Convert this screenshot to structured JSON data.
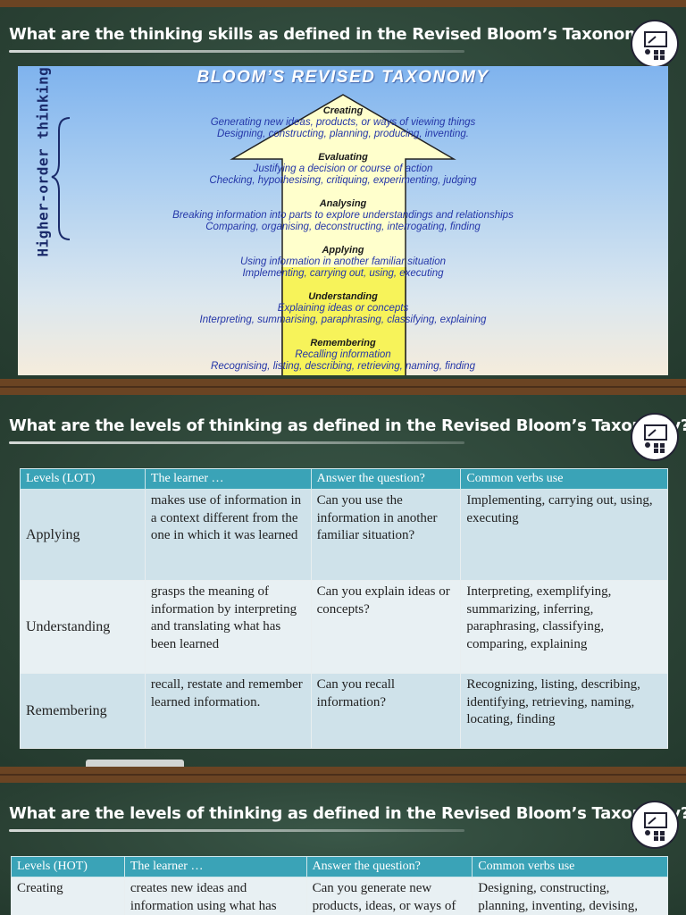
{
  "slide1": {
    "title": "What are  the thinking skills as defined in the Revised Bloom’s Taxonomy?",
    "heading": "BLOOM’S REVISED TAXONOMY",
    "side_label": "Higher-order thinking",
    "levels": [
      {
        "name": "Creating",
        "lines": [
          "Generating new ideas, products, or ways  of viewing things",
          "Designing, constructing, planning, producing, inventing."
        ]
      },
      {
        "name": "Evaluating",
        "lines": [
          "Justifying a decision or course of action",
          "Checking, hypothesising, critiquing, experimenting, judging"
        ]
      },
      {
        "name": "Analysing",
        "lines": [
          "Breaking information into parts to explore understandings and relationships",
          "Comparing, organising, deconstructing, interrogating, finding"
        ]
      },
      {
        "name": "Applying",
        "lines": [
          "Using information in another familiar situation",
          "Implementing, carrying out, using,  executing"
        ]
      },
      {
        "name": "Understanding",
        "lines": [
          "Explaining ideas or concepts",
          "Interpreting, summarising, paraphrasing, classifying, explaining"
        ]
      },
      {
        "name": "Remembering",
        "lines": [
          "Recalling information",
          "Recognising, listing, describing, retrieving, naming, finding"
        ]
      }
    ]
  },
  "slide2": {
    "title": "What are  the levels of thinking as defined in the Revised Bloom’s Taxonomy?",
    "headers": [
      "Levels  (LOT)",
      "The learner …",
      "Answer the question?",
      "Common verbs use"
    ],
    "rows": [
      {
        "level": "Applying",
        "learner": "makes use of information in a context different from the one in which it was learned",
        "question": "Can you use the information in another familiar situation?",
        "verbs": "Implementing, carrying out, using, executing"
      },
      {
        "level": "Understanding",
        "learner": "grasps the meaning of information by interpreting and translating what has been learned",
        "question": "Can you explain ideas or concepts?",
        "verbs": "Interpreting, exemplifying, summarizing, inferring, paraphrasing, classifying, comparing, explaining"
      },
      {
        "level": "Remembering",
        "learner": "recall, restate and remember learned information.",
        "question": "Can you recall information?",
        "verbs": "Recognizing, listing, describing, identifying, retrieving, naming, locating, finding"
      }
    ]
  },
  "slide3": {
    "title": "What are  the levels of thinking as defined in the Revised Bloom’s Taxonomy?",
    "headers": [
      "Levels  (HOT)",
      "The learner …",
      "Answer the question?",
      "Common verbs use"
    ],
    "rows": [
      {
        "level": "Creating",
        "learner": "creates new ideas and information using what has been previously learned",
        "question": "Can you generate new products, ideas, or ways of viewing things?",
        "verbs": "Designing, constructing, planning, inventing, devising, making"
      }
    ]
  }
}
